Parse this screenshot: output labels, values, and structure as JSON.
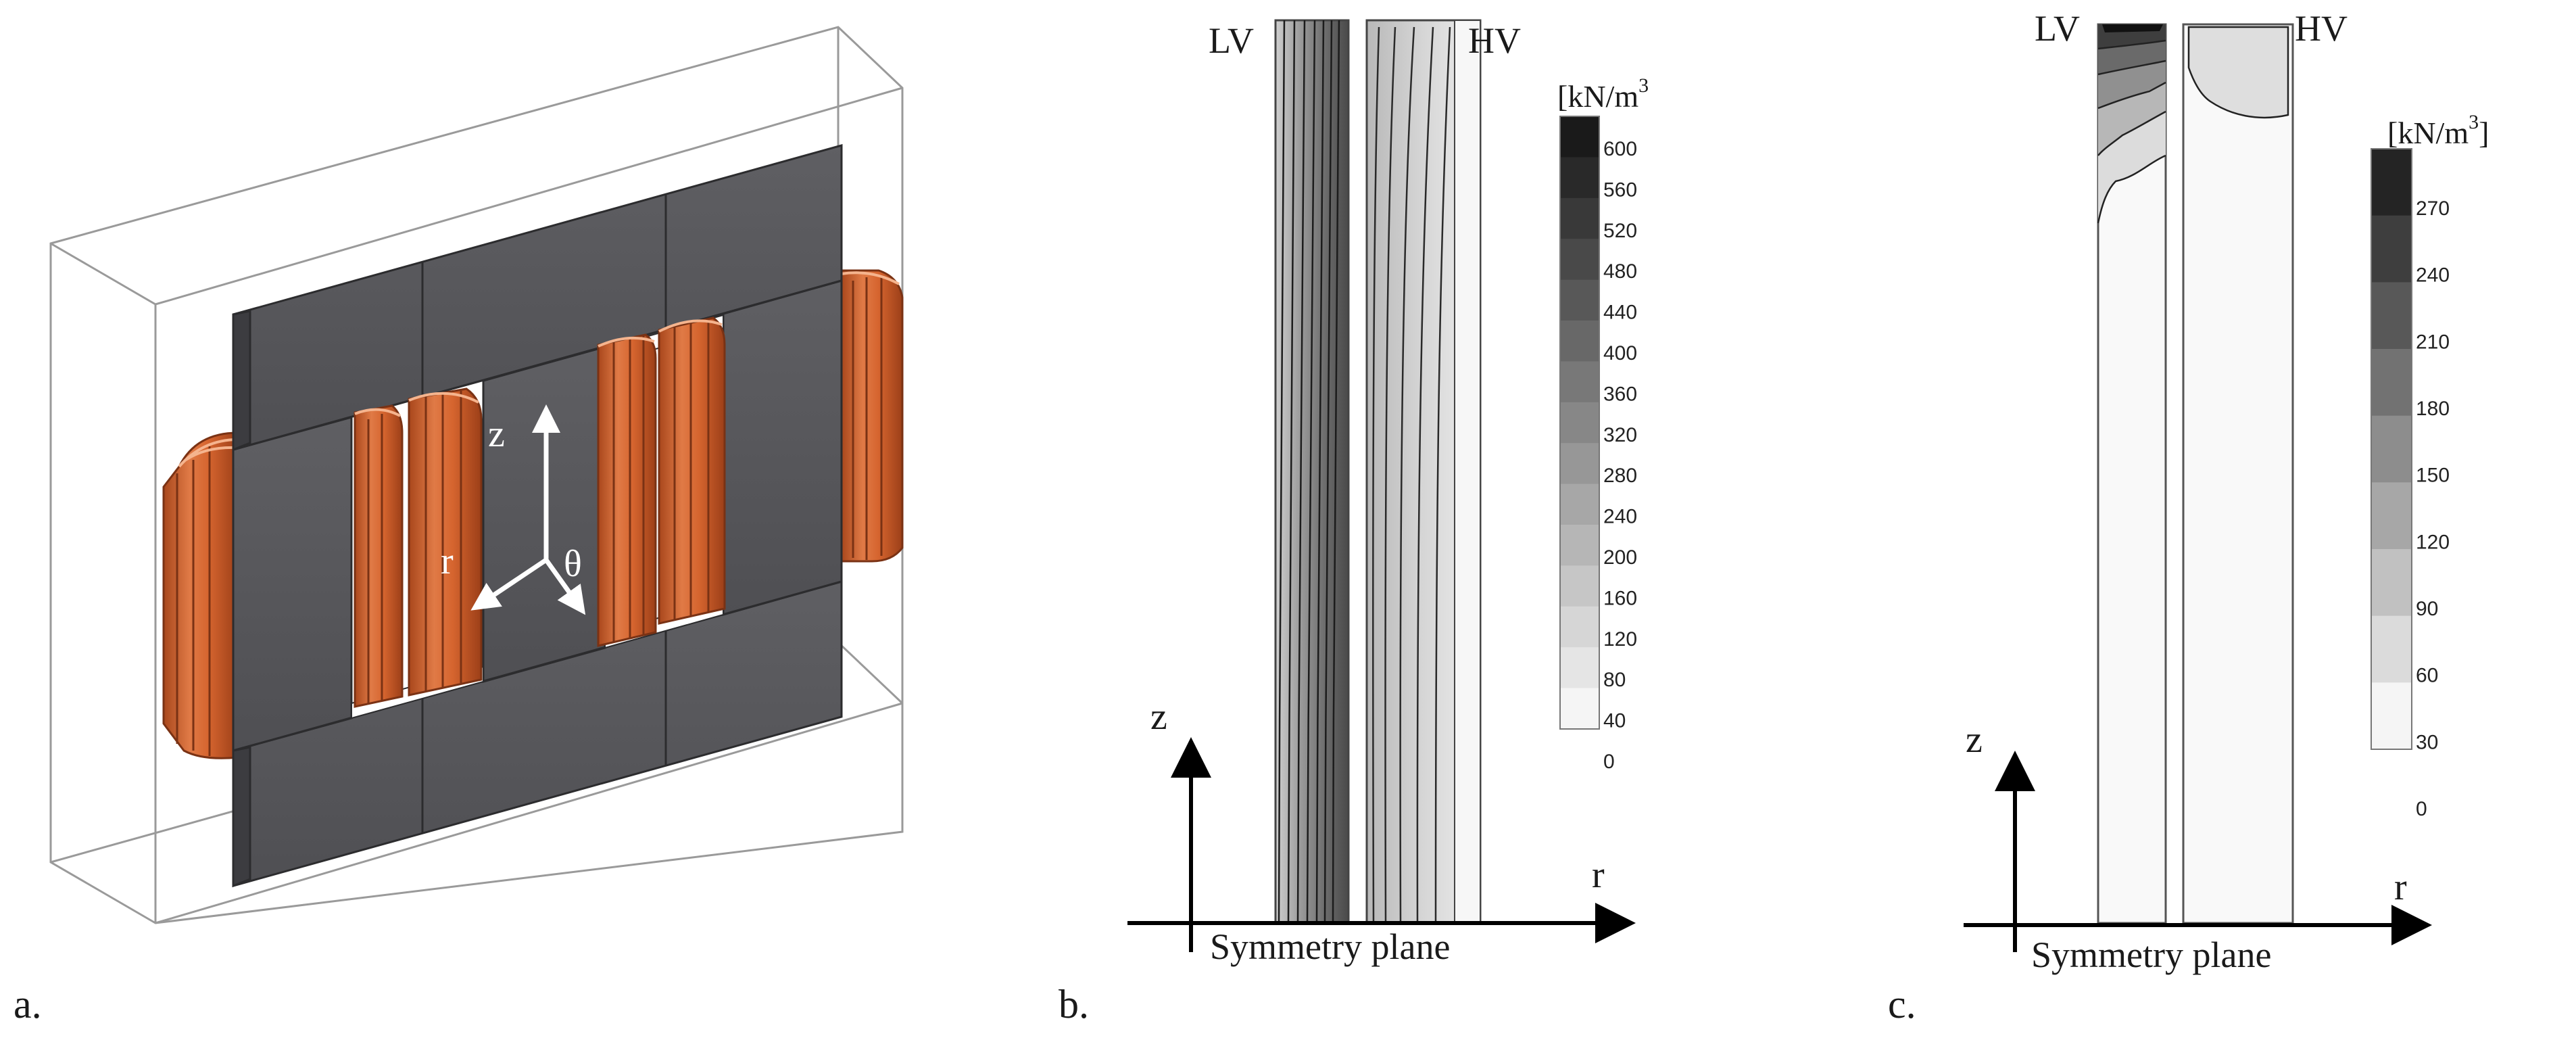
{
  "panels": [
    {
      "letter": "a.",
      "axes": {
        "z": "z",
        "r": "r",
        "theta": "θ"
      }
    },
    {
      "letter": "b.",
      "lv": "LV",
      "hv": "HV",
      "axis_z": "z",
      "axis_r": "r",
      "baseline": "Symmetry plane",
      "unit_prefix": "[kN/m",
      "unit_sup": "3",
      "unit_suffix": "",
      "ticks": [
        "600",
        "560",
        "520",
        "480",
        "440",
        "400",
        "360",
        "320",
        "280",
        "240",
        "200",
        "160",
        "120",
        "80",
        "40",
        "0"
      ]
    },
    {
      "letter": "c.",
      "lv": "LV",
      "hv": "HV",
      "axis_z": "z",
      "axis_r": "r",
      "baseline": "Symmetry plane",
      "unit_prefix": "[kN/m",
      "unit_sup": "3",
      "unit_suffix": "]",
      "ticks": [
        "270",
        "240",
        "210",
        "180",
        "150",
        "120",
        "90",
        "60",
        "30",
        "0"
      ]
    }
  ],
  "colors": {
    "core": "#5a5a5e",
    "core_dark": "#3f4044",
    "copper": "#d6652f",
    "copper_dark": "#a9471c",
    "copper_light": "#f2a27a",
    "tank_outline": "#8a8a8a",
    "contour_line": "#2a2a2a"
  }
}
